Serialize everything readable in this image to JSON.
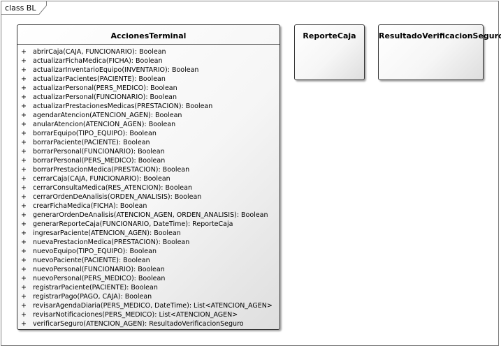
{
  "diagram": {
    "frame_label": "class BL",
    "classes": [
      {
        "name": "AccionesTerminal",
        "operations": [
          "abrirCaja(CAJA, FUNCIONARIO): Boolean",
          "actualizarFichaMedica(FICHA): Boolean",
          "actualizarInventarioEquipo(INVENTARIO): Boolean",
          "actualizarPacientes(PACIENTE): Boolean",
          "actualizarPersonal(PERS_MEDICO): Boolean",
          "actualizarPersonal(FUNCIONARIO): Boolean",
          "actualizarPrestacionesMedicas(PRESTACION): Boolean",
          "agendarAtencion(ATENCION_AGEN): Boolean",
          "anularAtencion(ATENCION_AGEN): Boolean",
          "borrarEquipo(TIPO_EQUIPO): Boolean",
          "borrarPaciente(PACIENTE): Boolean",
          "borrarPersonal(FUNCIONARIO): Boolean",
          "borrarPersonal(PERS_MEDICO): Boolean",
          "borrarPrestacionMedica(PRESTACION): Boolean",
          "cerrarCaja(CAJA, FUNCIONARIO): Boolean",
          "cerrarConsultaMedica(RES_ATENCION): Boolean",
          "cerrarOrdenDeAnalisis(ORDEN_ANALISIS): Boolean",
          "crearFichaMedica(FICHA): Boolean",
          "generarOrdenDeAnalisis(ATENCION_AGEN, ORDEN_ANALISIS): Boolean",
          "generarReporteCaja(FUNCIONARIO, DateTime): ReporteCaja",
          "ingresarPaciente(ATENCION_AGEN): Boolean",
          "nuevaPrestacionMedica(PRESTACION): Boolean",
          "nuevoEquipo(TIPO_EQUIPO): Boolean",
          "nuevoPaciente(PACIENTE): Boolean",
          "nuevoPersonal(FUNCIONARIO): Boolean",
          "nuevoPersonal(PERS_MEDICO): Boolean",
          "registrarPaciente(PACIENTE): Boolean",
          "registrarPago(PAGO, CAJA): Boolean",
          "revisarAgendaDiaria(PERS_MEDICO, DateTime): List<ATENCION_AGEN>",
          "revisarNotificaciones(PERS_MEDICO): List<ATENCION_AGEN>",
          "verificarSeguro(ATENCION_AGEN): ResultadoVerificacionSeguro"
        ],
        "visibility": "+"
      },
      {
        "name": "ReporteCaja"
      },
      {
        "name": "ResultadoVerificacionSeguro"
      }
    ]
  }
}
